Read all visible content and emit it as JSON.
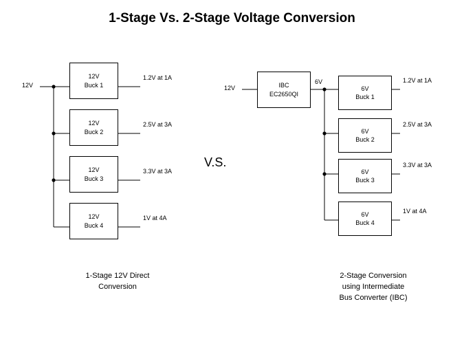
{
  "title": "1-Stage Vs. 2-Stage Voltage Conversion",
  "vs_label": "V.S.",
  "left": {
    "input_label": "12V",
    "caption": "1-Stage 12V Direct\nConversion",
    "blocks": [
      {
        "line1": "12V",
        "line2": "Buck 1",
        "output": "1.2V at 1A"
      },
      {
        "line1": "12V",
        "line2": "Buck 2",
        "output": "2.5V at 3A"
      },
      {
        "line1": "12V",
        "line2": "Buck 3",
        "output": "3.3V at 3A"
      },
      {
        "line1": "12V",
        "line2": "Buck 4",
        "output": "1V at 4A"
      }
    ]
  },
  "right": {
    "input_label": "12V",
    "bus_label": "6V",
    "caption": "2-Stage Conversion\nusing Intermediate\nBus Converter (IBC)",
    "ibc": {
      "line1": "IBC",
      "line2": "EC2650QI"
    },
    "blocks": [
      {
        "line1": "6V",
        "line2": "Buck 1",
        "output": "1.2V at 1A"
      },
      {
        "line1": "6V",
        "line2": "Buck 2",
        "output": "2.5V at 3A"
      },
      {
        "line1": "6V",
        "line2": "Buck 3",
        "output": "3.3V at 3A"
      },
      {
        "line1": "6V",
        "line2": "Buck 4",
        "output": "1V at 4A"
      }
    ]
  },
  "colors": {
    "line": "#000000",
    "text": "#000000",
    "background": "#ffffff"
  }
}
